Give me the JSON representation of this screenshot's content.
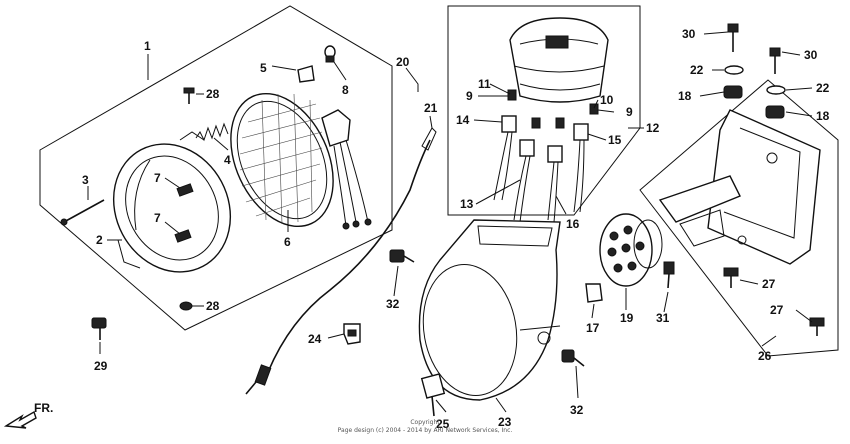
{
  "callouts": [
    {
      "id": "1",
      "text": "1"
    },
    {
      "id": "2",
      "text": "2"
    },
    {
      "id": "3",
      "text": "3"
    },
    {
      "id": "4",
      "text": "4"
    },
    {
      "id": "5",
      "text": "5"
    },
    {
      "id": "6",
      "text": "6"
    },
    {
      "id": "7a",
      "text": "7"
    },
    {
      "id": "7b",
      "text": "7"
    },
    {
      "id": "8",
      "text": "8"
    },
    {
      "id": "9a",
      "text": "9"
    },
    {
      "id": "9b",
      "text": "9"
    },
    {
      "id": "10",
      "text": "10"
    },
    {
      "id": "11",
      "text": "11"
    },
    {
      "id": "12",
      "text": "12"
    },
    {
      "id": "13",
      "text": "13"
    },
    {
      "id": "14",
      "text": "14"
    },
    {
      "id": "15",
      "text": "15"
    },
    {
      "id": "16",
      "text": "16"
    },
    {
      "id": "17",
      "text": "17"
    },
    {
      "id": "18a",
      "text": "18"
    },
    {
      "id": "18b",
      "text": "18"
    },
    {
      "id": "19",
      "text": "19"
    },
    {
      "id": "20",
      "text": "20"
    },
    {
      "id": "21",
      "text": "21"
    },
    {
      "id": "22a",
      "text": "22"
    },
    {
      "id": "22b",
      "text": "22"
    },
    {
      "id": "23",
      "text": "23"
    },
    {
      "id": "24",
      "text": "24"
    },
    {
      "id": "25",
      "text": "25"
    },
    {
      "id": "26",
      "text": "26"
    },
    {
      "id": "27a",
      "text": "27"
    },
    {
      "id": "27b",
      "text": "27"
    },
    {
      "id": "28a",
      "text": "28"
    },
    {
      "id": "28b",
      "text": "28"
    },
    {
      "id": "29",
      "text": "29"
    },
    {
      "id": "30a",
      "text": "30"
    },
    {
      "id": "30b",
      "text": "30"
    },
    {
      "id": "31",
      "text": "31"
    },
    {
      "id": "32a",
      "text": "32"
    },
    {
      "id": "32b",
      "text": "32"
    }
  ],
  "direction_label": "FR.",
  "footer": {
    "line1": "Copyright",
    "line2": "Page design (c) 2004 - 2014 by ARI Network Services, Inc."
  }
}
